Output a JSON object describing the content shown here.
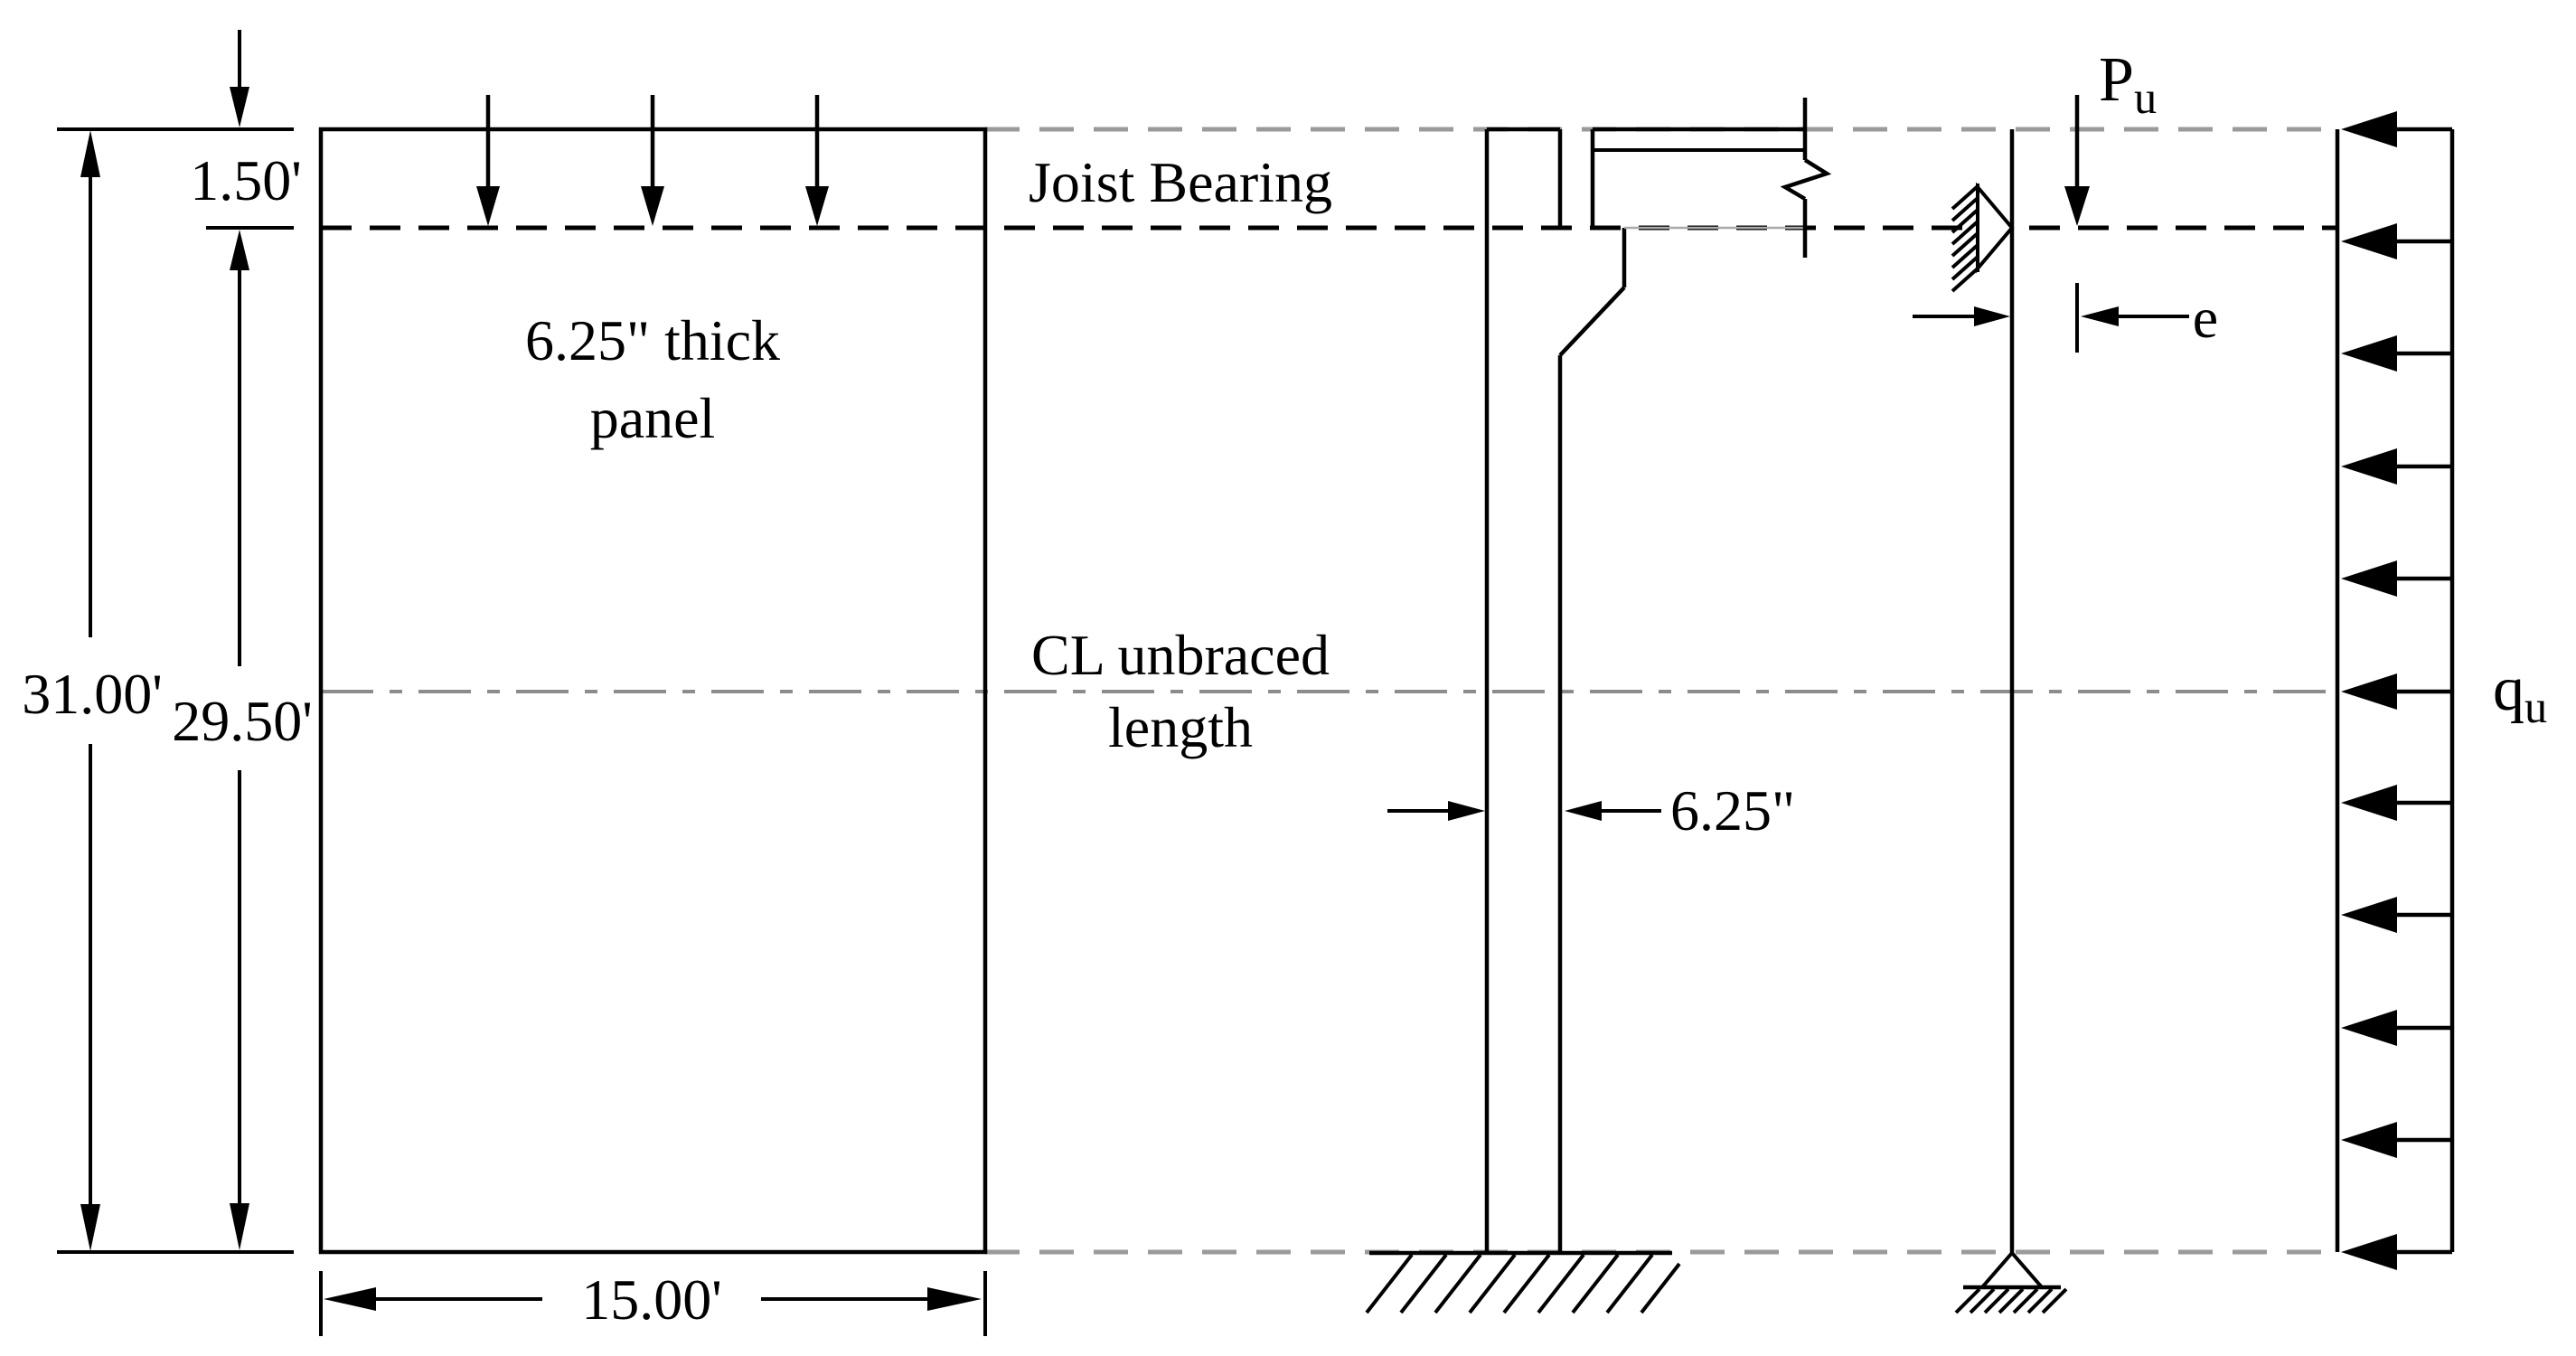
{
  "diagram": {
    "labels": {
      "joist_bearing": "Joist Bearing",
      "centerline_line1": "CL unbraced",
      "centerline_line2": "length",
      "panel_note_line1": "6.25\" thick",
      "panel_note_line2": "panel"
    },
    "dimensions": {
      "top_offset": "1.50'",
      "overall_height": "31.00'",
      "unbraced_height": "29.50'",
      "panel_width": "15.00'",
      "wall_thickness": "6.25\""
    },
    "loads": {
      "axial_symbol": "P",
      "axial_subscript": "u",
      "lateral_symbol": "q",
      "lateral_subscript": "u",
      "eccentricity_symbol": "e"
    },
    "colors": {
      "linework": "#000000",
      "reference_dashed": "#9a9a9a",
      "centerline_gray": "#8c8c8c"
    }
  }
}
